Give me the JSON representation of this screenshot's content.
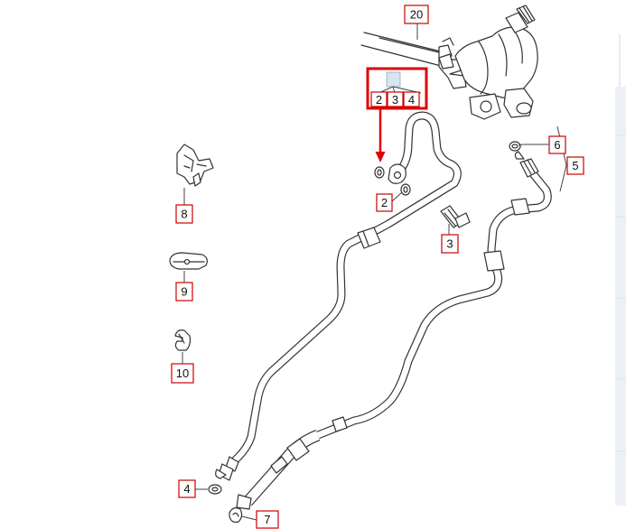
{
  "callouts": [
    {
      "label": "20"
    },
    {
      "label": "6"
    },
    {
      "label": "5"
    },
    {
      "label": "2"
    },
    {
      "label": "3"
    },
    {
      "label": "8"
    },
    {
      "label": "9"
    },
    {
      "label": "10"
    },
    {
      "label": "4"
    },
    {
      "label": "7"
    }
  ],
  "highlight_group": {
    "labels": [
      {
        "label": "2"
      },
      {
        "label": "3"
      },
      {
        "label": "4"
      }
    ]
  },
  "colors": {
    "callout_border": "#cc0000",
    "highlight_border": "#e00000",
    "highlight_marker": "#d6e4f4",
    "line_art": "#333333"
  }
}
